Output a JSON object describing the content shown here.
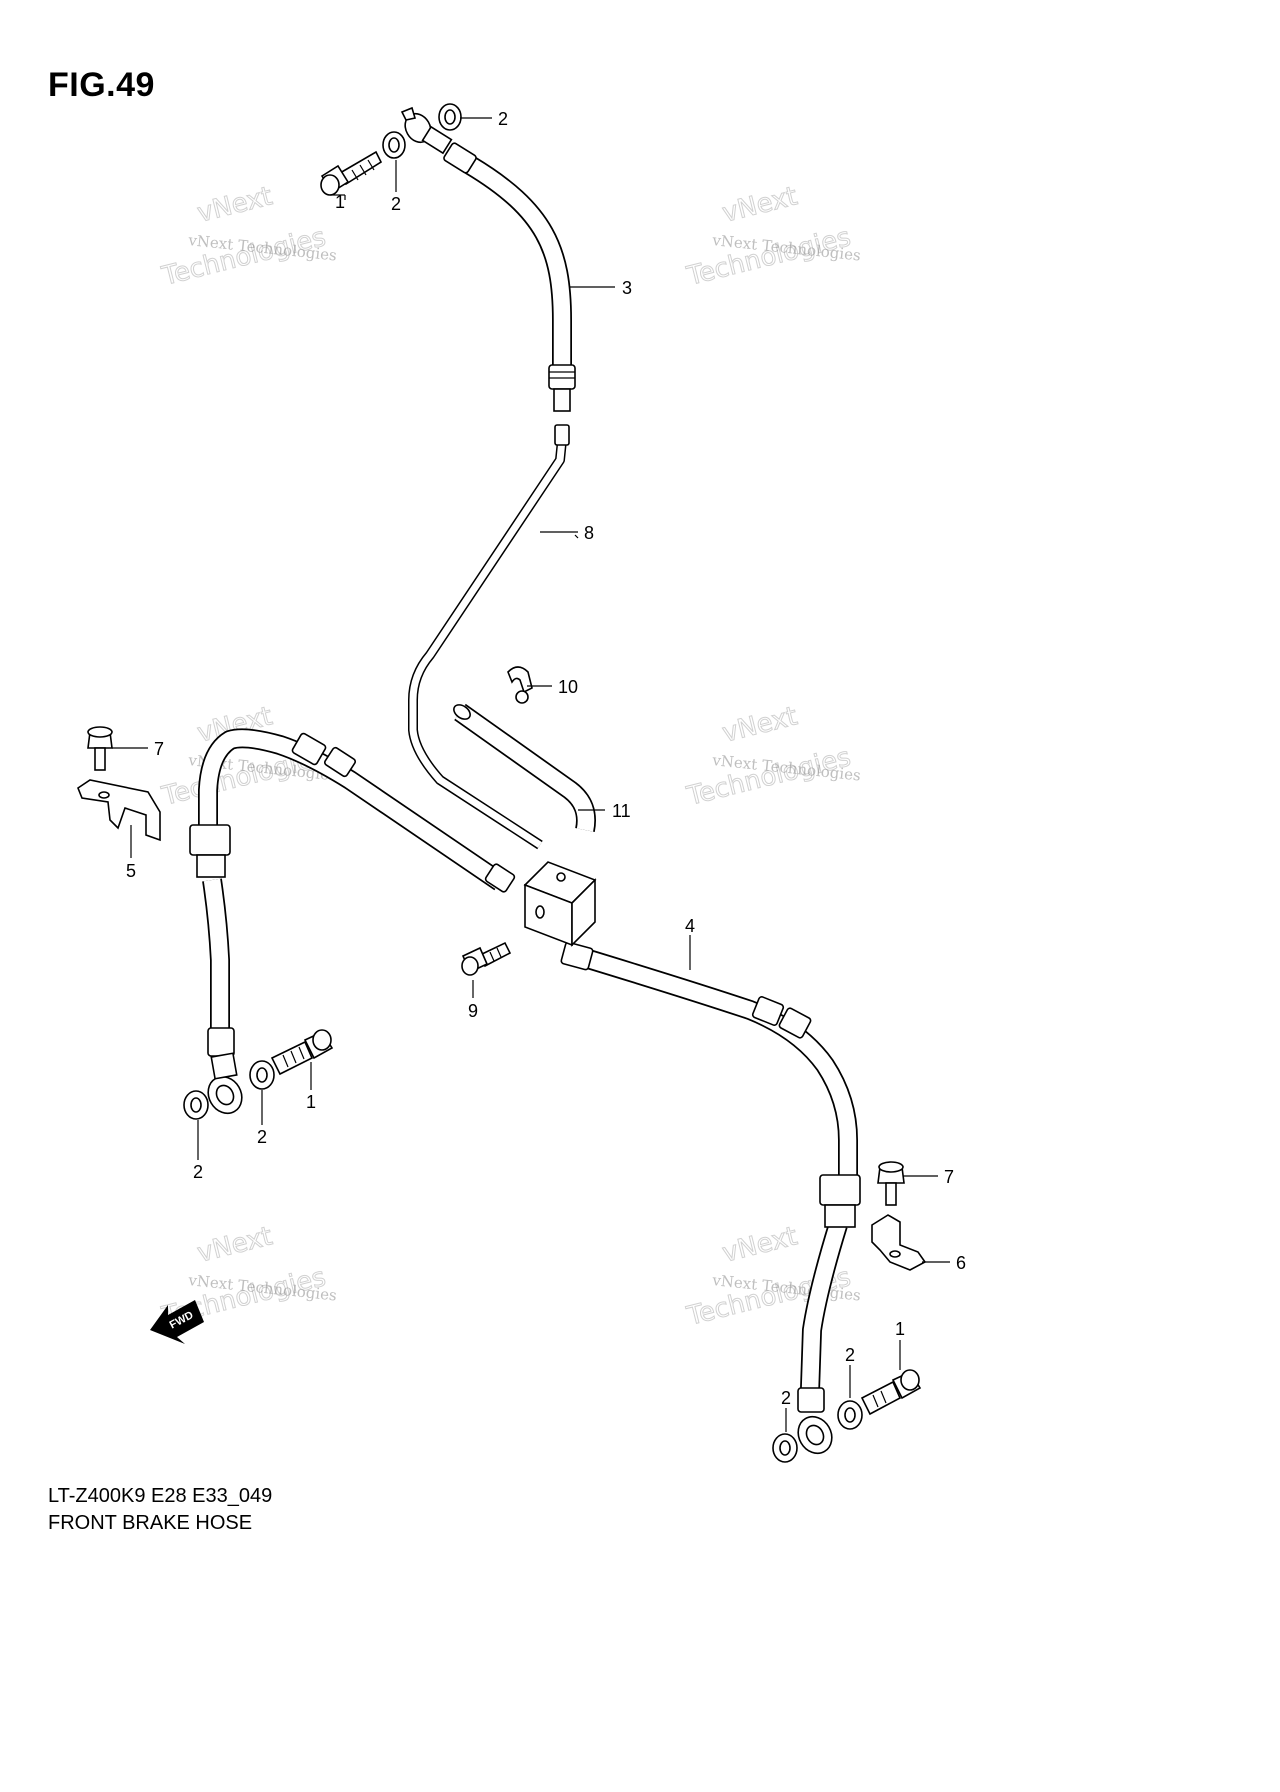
{
  "figure": {
    "title": "FIG.49",
    "model_code": "LT-Z400K9 E28 E33_049",
    "name": "FRONT BRAKE HOSE"
  },
  "callouts": {
    "c1a": "1",
    "c2a": "2",
    "c2b": "2",
    "c3": "3",
    "c8": "8",
    "c10": "10",
    "c7a": "7",
    "c5": "5",
    "c11": "11",
    "c4": "4",
    "c9": "9",
    "c1b": "1",
    "c2c": "2",
    "c2d": "2",
    "c7b": "7",
    "c6": "6",
    "c1c": "1",
    "c2e": "2",
    "c2f": "2"
  },
  "watermark": {
    "line1": "vNext Technologies",
    "line2": "vNext",
    "line3": "Technologies"
  },
  "fwd_label": "FWD",
  "colors": {
    "line": "#000000",
    "background": "#ffffff",
    "watermark": "#9a9a9a"
  }
}
